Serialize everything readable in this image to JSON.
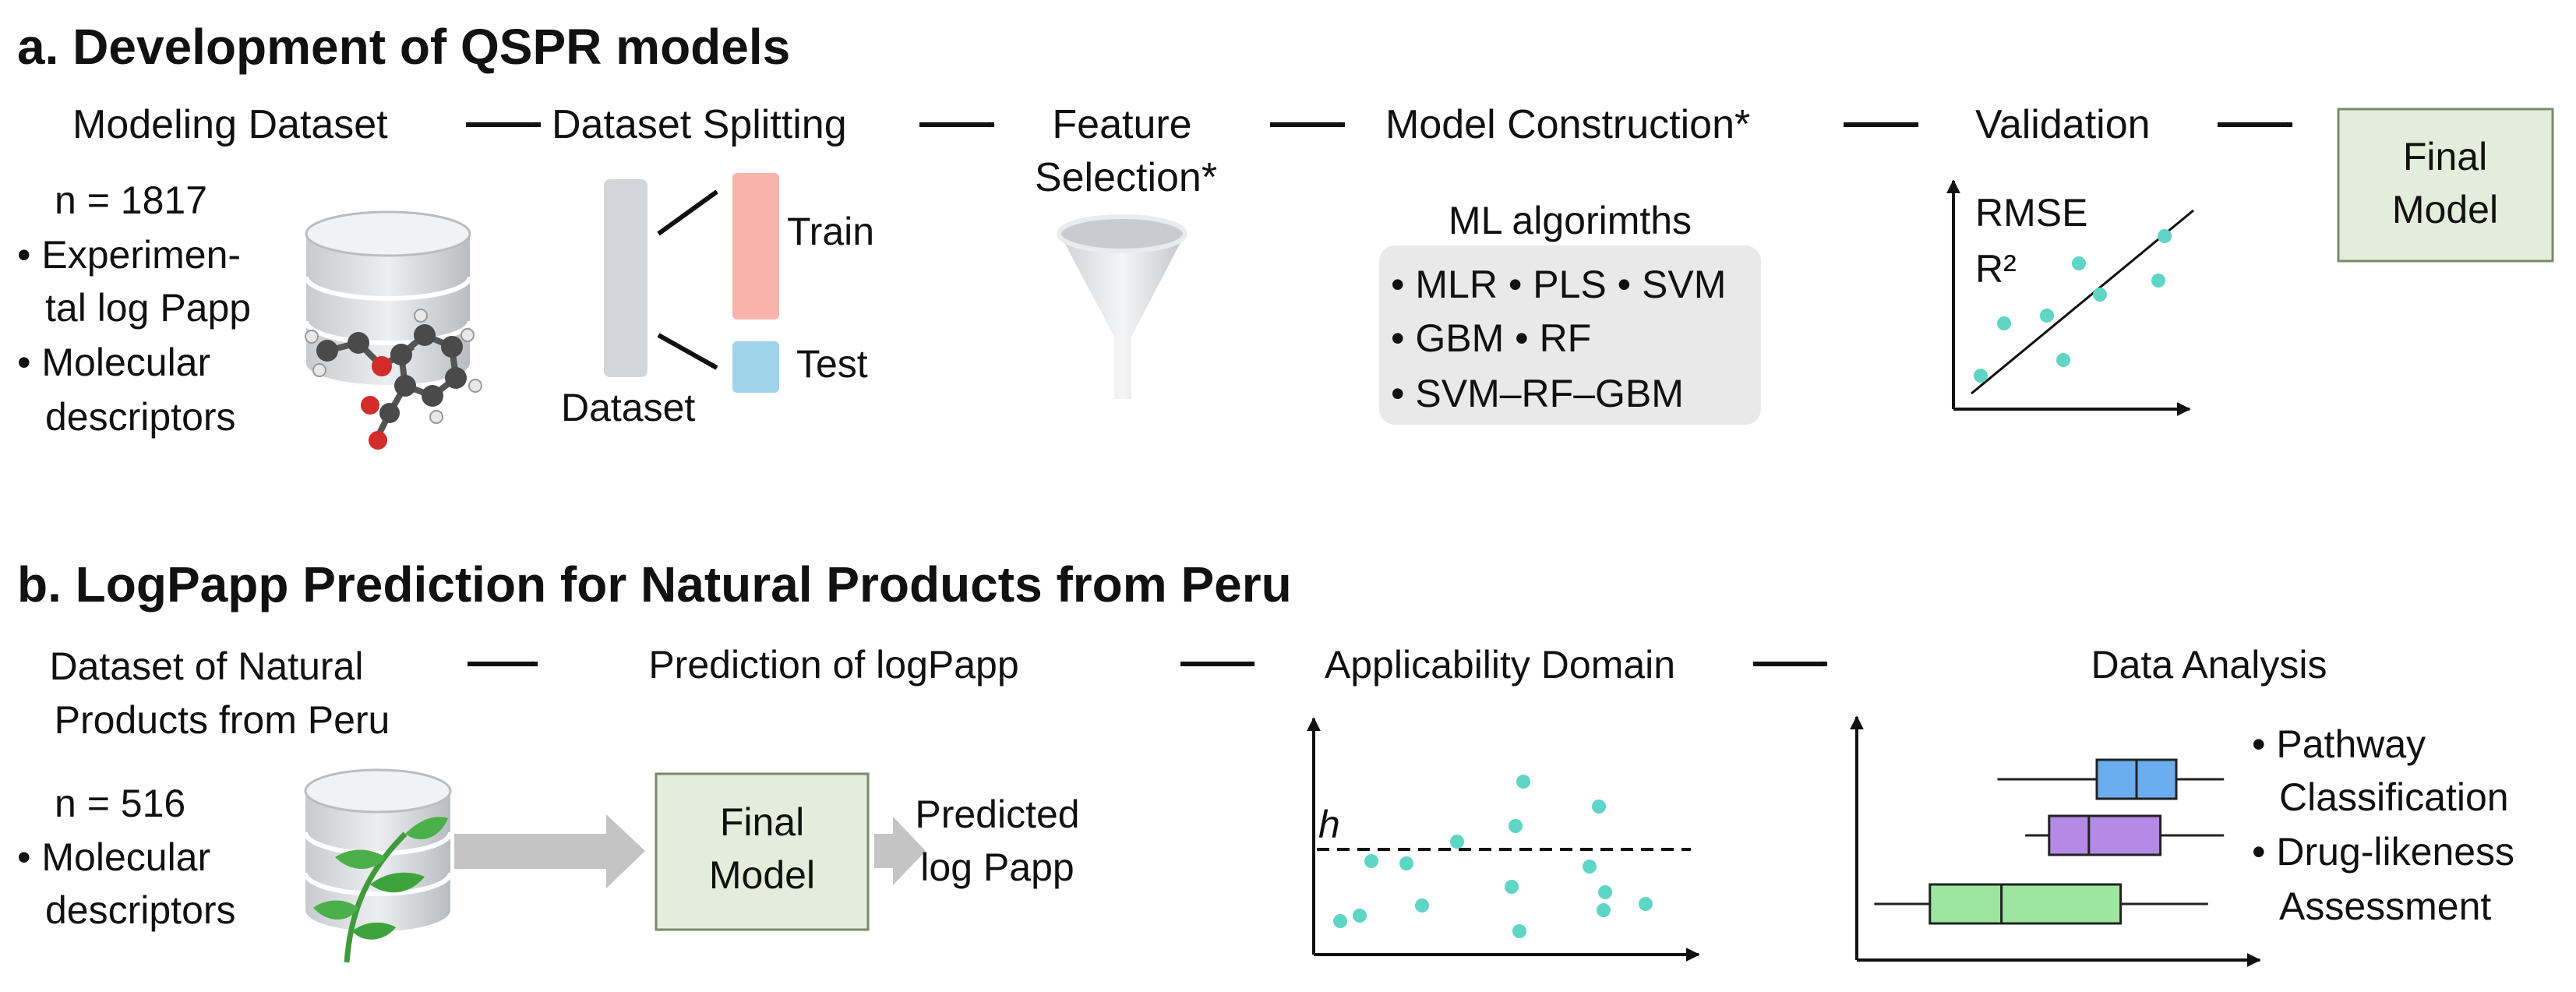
{
  "panel_a": {
    "heading": "a. Development of QSPR models",
    "steps": {
      "modeling_dataset": "Modeling Dataset",
      "dataset_splitting": "Dataset Splitting",
      "feature_selection": [
        "Feature",
        "Selection*"
      ],
      "model_construction": "Model Construction*",
      "validation": "Validation",
      "final_model": [
        "Final",
        "Model"
      ]
    },
    "dataset_info": {
      "n": "n = 1817",
      "bullets": [
        "• Experimen-",
        "tal log Papp",
        "• Molecular",
        "descriptors"
      ]
    },
    "split": {
      "dataset": "Dataset",
      "train": "Train",
      "test": "Test"
    },
    "ml": {
      "title": "ML algorimths",
      "lines": [
        "• MLR  • PLS • SVM",
        "• GBM • RF",
        "• SVM–RF–GBM"
      ]
    },
    "validation_metrics": {
      "rmse": "RMSE",
      "r2": "R²"
    },
    "colors": {
      "train": "#f8b4aa",
      "test": "#9fd3ea",
      "final_box": "#e3eddb",
      "final_border": "#7a8a6a",
      "ml_box": "#e9e9e9",
      "dots": "#5fd5c5",
      "dataset_bar": "#d2d6da"
    }
  },
  "panel_b": {
    "heading": "b. LogPapp Prediction for Natural Products from Peru",
    "steps": {
      "dataset": [
        "Dataset of Natural",
        "Products from Peru"
      ],
      "prediction": "Prediction of logPapp",
      "applicability": "Applicability Domain",
      "analysis": "Data Analysis"
    },
    "dataset_info": {
      "n": "n = 516",
      "bullets": [
        "• Molecular",
        "descriptors"
      ]
    },
    "final_model": [
      "Final",
      "Model"
    ],
    "predicted": [
      "Predicted",
      "log Papp"
    ],
    "threshold_label": "h",
    "analysis_bullets": [
      "• Pathway",
      "Classification",
      "• Drug-likeness",
      "Assessment"
    ],
    "boxplots": [
      {
        "color": "#6aaef0",
        "min": 0.35,
        "q1": 0.6,
        "median": 0.7,
        "q3": 0.8,
        "max": 0.92
      },
      {
        "color": "#b48ae6",
        "min": 0.42,
        "q1": 0.48,
        "median": 0.58,
        "q3": 0.76,
        "max": 0.92
      },
      {
        "color": "#9ce6a2",
        "min": 0.04,
        "q1": 0.18,
        "median": 0.36,
        "q3": 0.66,
        "max": 0.88
      }
    ],
    "colors": {
      "final_box": "#e3eddb",
      "final_border": "#7a8a6a",
      "dots": "#5fd5c5",
      "arrow": "#c4c4c4"
    }
  }
}
